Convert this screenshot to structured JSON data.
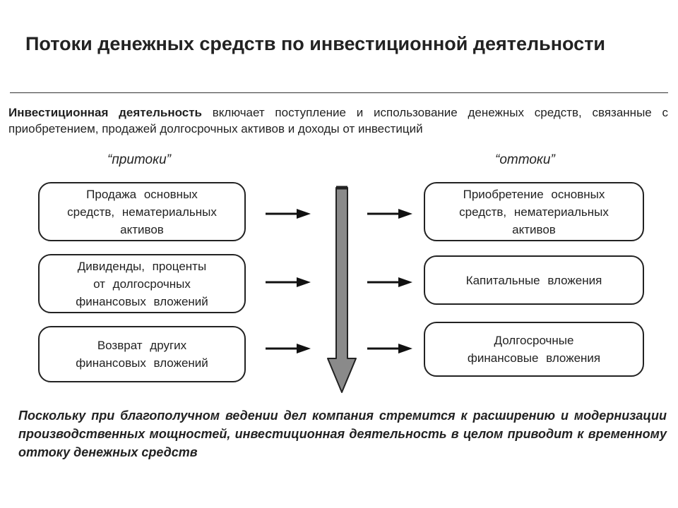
{
  "title": "Потоки денежных средств по инвестиционной деятельности",
  "intro": {
    "term": "Инвестиционная деятельность",
    "rest": " включает поступление и использование денежных средств, связанные с приобретением, продажей долгосрочных активов и доходы от инвестиций"
  },
  "inflows_label": "“притоки”",
  "outflows_label": "“оттоки”",
  "inflows": [
    {
      "label": "Продажа основных\nсредств, нематериальных\nактивов"
    },
    {
      "label": "Дивиденды, проценты\nот долгосрочных\nфинансовых вложений"
    },
    {
      "label": "Возврат других\nфинансовых вложений"
    }
  ],
  "outflows": [
    {
      "label": "Приобретение основных\nсредств, нематериальных\nактивов"
    },
    {
      "label": "Капитальные вложения"
    },
    {
      "label": "Долгосрочные\nфинансовые вложения"
    }
  ],
  "conclusion": "Поскольку при благополучном ведении дел компания стремится к расширению и модернизации производственных мощностей, инвестиционная деятельность в целом приводит к временному оттоку денежных средств",
  "colors": {
    "arrow_fill": "#8a8a8a",
    "stroke": "#222222"
  }
}
